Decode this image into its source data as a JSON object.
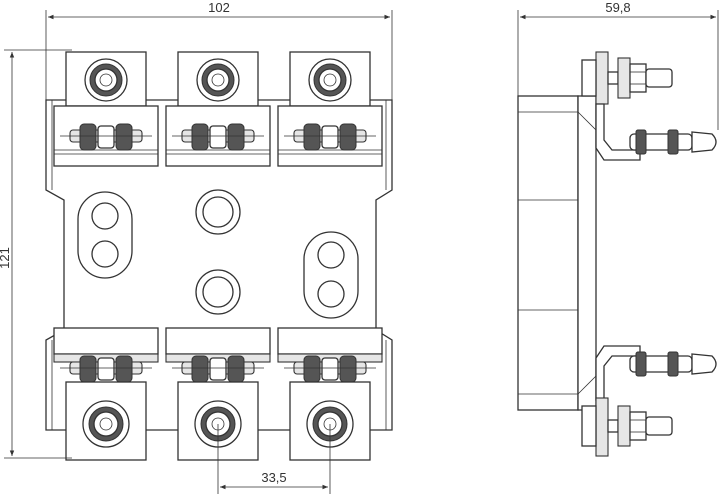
{
  "dimensions": {
    "width_label": "102",
    "height_label": "121",
    "pitch_label": "33,5",
    "depth_label": "59,8"
  },
  "colors": {
    "line": "#333333",
    "fill_light": "#e6e6e6",
    "fill_dark": "#555555",
    "background": "#ffffff"
  },
  "views": {
    "front": {
      "name": "front-view",
      "poles": 3
    },
    "side": {
      "name": "side-view"
    }
  }
}
